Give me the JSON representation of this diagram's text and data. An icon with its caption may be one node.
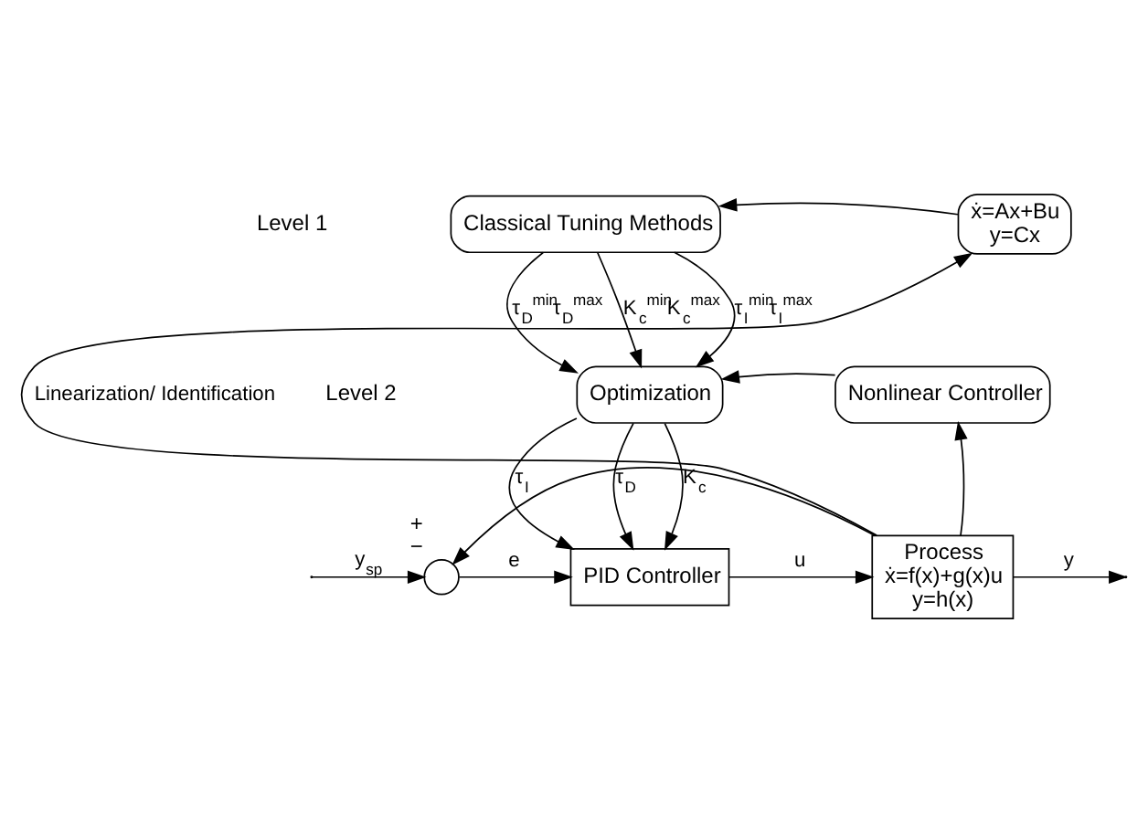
{
  "diagram": {
    "nodes": [
      {
        "text": [
          "Classical Tuning Methods"
        ]
      },
      {
        "text": [
          "ẋ=Ax+Bu",
          "y=Cx"
        ]
      },
      {
        "text": [
          "Optimization"
        ]
      },
      {
        "text": [
          "Nonlinear Controller"
        ]
      },
      {
        "text": [
          "PID Controller"
        ]
      },
      {
        "text": [
          "Process",
          "ẋ=f(x)+g(x)u",
          "y=h(x)"
        ]
      },
      {
        "text": [],
        "shape": "circle",
        "beside": [
          "+",
          "−"
        ]
      }
    ],
    "edges": [
      {
        "from": 1,
        "to": 0,
        "arrow": "to"
      },
      {
        "from": 0,
        "to": 2,
        "arrow": "to",
        "label": "K$_{c}$$^{min}$K$_{c}$$^{max}$"
      },
      {
        "from": 0,
        "to": 2,
        "arrow": "to",
        "label": "τ$_{I}$$^{min}$τ$_{I}$$^{max}$"
      },
      {
        "from": 0,
        "to": 2,
        "arrow": "to",
        "label": "τ$_{D}$$^{min}$τ$_{D}$$^{max}$"
      },
      {
        "from": 3,
        "to": 2,
        "arrow": "to"
      },
      {
        "from": 5,
        "to": 1,
        "arrow": "to",
        "label": "Linearization/ Identification"
      },
      {
        "from": 5,
        "to": 3,
        "arrow": "to"
      },
      {
        "from": 2,
        "to": 4,
        "arrow": "to",
        "label": "K$_{c}$"
      },
      {
        "from": 2,
        "to": 4,
        "arrow": "to",
        "label": "τ$_{I}$"
      },
      {
        "from": 2,
        "to": 4,
        "arrow": "to",
        "label": "τ$_{D}$"
      },
      {
        "from": null,
        "to": 6,
        "arrow": "to",
        "label": "y$_{sp}$"
      },
      {
        "from": 6,
        "to": 4,
        "arrow": "to",
        "label": "e"
      },
      {
        "from": 4,
        "to": 5,
        "arrow": "to",
        "label": "u"
      },
      {
        "from": 5,
        "to": null,
        "arrow": "to",
        "label": "y"
      },
      {
        "from": 5,
        "to": 6,
        "arrow": "to"
      }
    ],
    "labels": [
      "Level 1",
      "Level 2"
    ]
  }
}
